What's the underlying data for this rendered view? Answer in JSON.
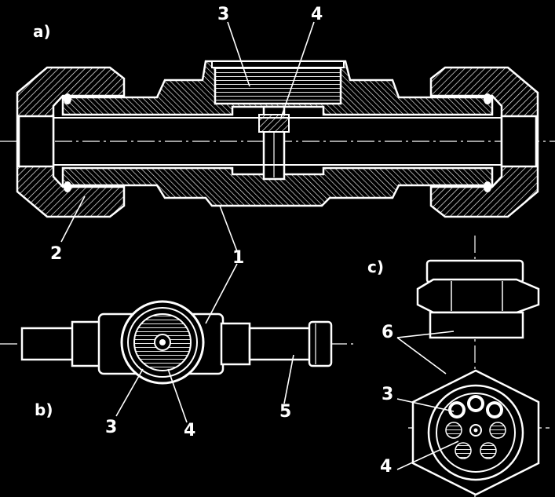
{
  "figure": {
    "sections": {
      "a": "a)",
      "b": "b)",
      "c": "c)"
    },
    "callouts": {
      "a_3": "3",
      "a_4": "4",
      "a_2": "2",
      "a_1": "1",
      "b_3": "3",
      "b_4": "4",
      "b_5": "5",
      "c_6": "6",
      "c_3": "3",
      "c_4": "4"
    }
  },
  "colors": {
    "background": "#000000",
    "ink": "#ffffff"
  }
}
